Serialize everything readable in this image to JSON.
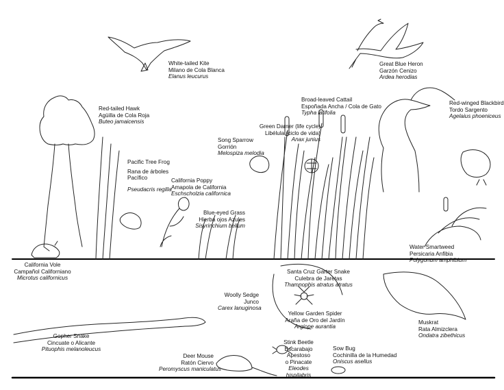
{
  "species": {
    "kite": {
      "en": "White-tailed Kite",
      "es": "Milano de Cola Blanca",
      "sci": "Elanus leucurus"
    },
    "heron": {
      "en": "Great Blue Heron",
      "es": "Garzón Cenizo",
      "sci": "Ardea herodias"
    },
    "hawk": {
      "en": "Red-tailed Hawk",
      "es": "Agüilla de Cola Roja",
      "sci": "Buteo jamaicensis"
    },
    "cattail": {
      "en": "Broad-leaved Cattail",
      "es": "Espoñada Ancha / Cola de Gato",
      "sci": "Typha latifolia"
    },
    "blackbird": {
      "en": "Red-winged Blackbird",
      "es": "Tordo Sargento",
      "sci": "Agelaius phoeniceus"
    },
    "darner": {
      "en": "Green Darner (life cycle)",
      "es": "Libélula (ciclo de vida)",
      "sci": "Anax junius"
    },
    "sparrow": {
      "en": "Song Sparrow",
      "es": "Gorrión",
      "sci": "Melospiza melodia"
    },
    "treefrog": {
      "en": "Pacific Tree Frog",
      "es1": "Rana de árboles",
      "es2": "Pacífico",
      "sci": "Pseudacris regilla"
    },
    "poppy": {
      "en": "California Poppy",
      "es": "Amapola de California",
      "sci": "Eschscholzia californica"
    },
    "grass": {
      "en": "Blue-eyed Grass",
      "es": "Hierba ojos Azules",
      "sci": "Sisyrinchium bellum"
    },
    "smartweed": {
      "en": "Water Smartweed",
      "es": "Persicaria Anfibia",
      "sci": "Polygonum amphibium"
    },
    "vole": {
      "en": "California Vole",
      "es": "Campañol Californiano",
      "sci": "Microtus californicus"
    },
    "garter": {
      "en": "Santa Cruz Garter Snake",
      "es": "Culebra de Jaretas",
      "sci": "Thamnophis atratus atratus"
    },
    "sedge": {
      "en": "Woolly Sedge",
      "es": "Junco",
      "sci": "Carex lanuginosa"
    },
    "spider": {
      "en": "Yellow Garden Spider",
      "es": "Araña de Oro del Jardín",
      "sci": "Argiope aurantia"
    },
    "muskrat": {
      "en": "Muskrat",
      "es": "Rata Almizclera",
      "sci": "Ondatra zibethicus"
    },
    "gopher": {
      "en": "Gopher Snake",
      "es": "Cincuate o Alicante",
      "sci": "Pituophis melanoleucus"
    },
    "beetle": {
      "en": "Stink Beetle",
      "es1": "Escarabajo",
      "es2": "Apestoso",
      "es3": "o Pinacate",
      "sci1": "Eleodes",
      "sci2": "hispilabris"
    },
    "sowbug": {
      "en": "Sow Bug",
      "es": "Cochinilla de la Humedad",
      "sci": "Oniscus asellus"
    },
    "mouse": {
      "en": "Deer Mouse",
      "es": "Ratón Ciervo",
      "sci": "Peromyscus maniculatus"
    }
  }
}
